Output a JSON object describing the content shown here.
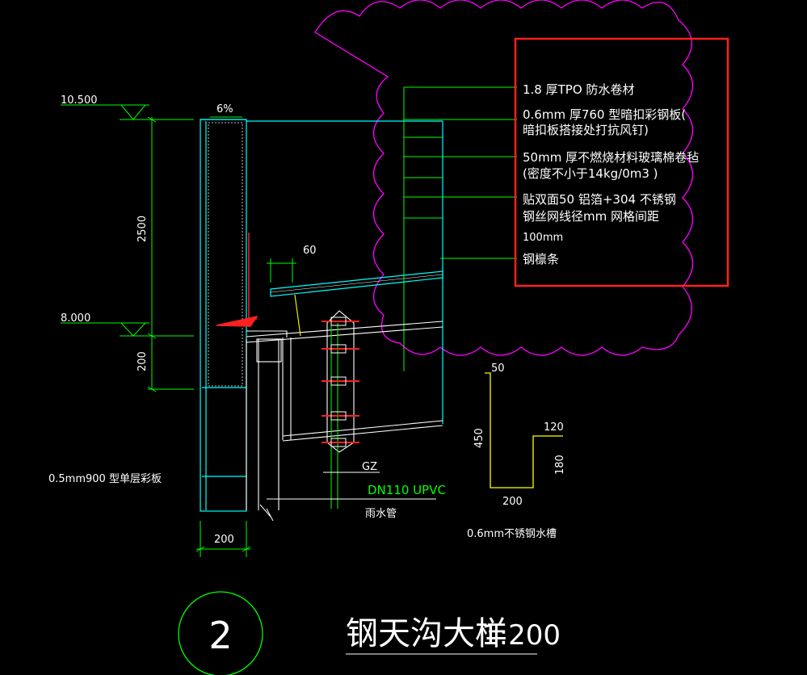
{
  "drawing": {
    "elevations": {
      "top": "10.500",
      "bottom": "8.000"
    },
    "dimensions": {
      "height_upper": "2500",
      "height_lower": "200",
      "slope": "6%",
      "gap": "60",
      "wall_width": "200"
    },
    "layer_callouts": [
      "1.8  厚TPO 防水卷材",
      "0.6mm    厚760  型暗扣彩钢板(",
      "暗扣板搭接处打抗风钉)",
      "50mm    厚不燃烧材料玻璃棉卷毡",
      "(密度不小于14kg/0m3       )",
      "贴双面50  铝箔+304  不锈钢",
      "钢丝网线径mm   网格间距",
      "100mm",
      "钢檩条"
    ],
    "wall_panel_note": "0.5mm900      型单层彩板",
    "labels": {
      "column": "GZ",
      "pipe": "DN110 UPVC",
      "downpipe": "雨水管"
    },
    "gutter": {
      "dim_top": "50",
      "dim_height": "450",
      "dim_lip": "120",
      "dim_right": "180",
      "dim_bottom": "200",
      "note": "0.6mm不锈钢水槽"
    },
    "title": {
      "number": "2",
      "text": "钢天沟大样",
      "scale": "1:200"
    },
    "colors": {
      "background": "#000000",
      "dimension": "#00ff00",
      "structure": "#00ffff",
      "cloud": "#ff00ff",
      "highlight": "#ff2020",
      "gutter": "#ffff00",
      "text": "#ffffff"
    }
  }
}
